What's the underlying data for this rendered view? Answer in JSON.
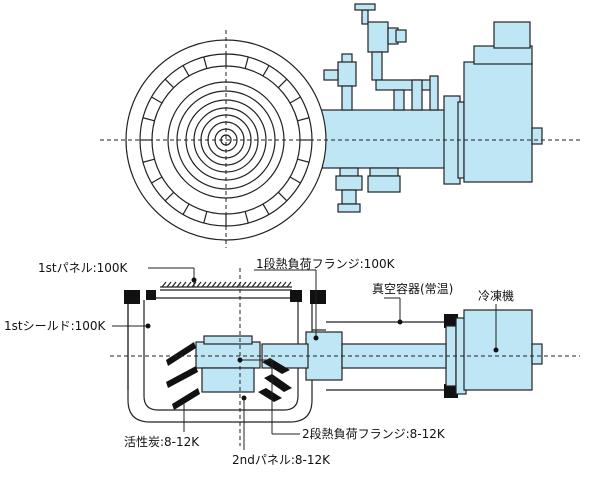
{
  "labels": {
    "first_panel": "1stパネル:100K",
    "first_shield": "1stシールド:100K",
    "first_stage_flange": "1段熱負荷フランジ:100K",
    "vacuum_vessel": "真空容器(常温)",
    "refrigerator": "冷凍機",
    "charcoal": "活性炭:8-12K",
    "second_stage_flange": "2段熱負荷フランジ:8-12K",
    "second_panel": "2ndパネル:8-12K"
  },
  "colors": {
    "component_fill": "#bfe6f5",
    "outline": "#222222",
    "background": "#ffffff"
  }
}
